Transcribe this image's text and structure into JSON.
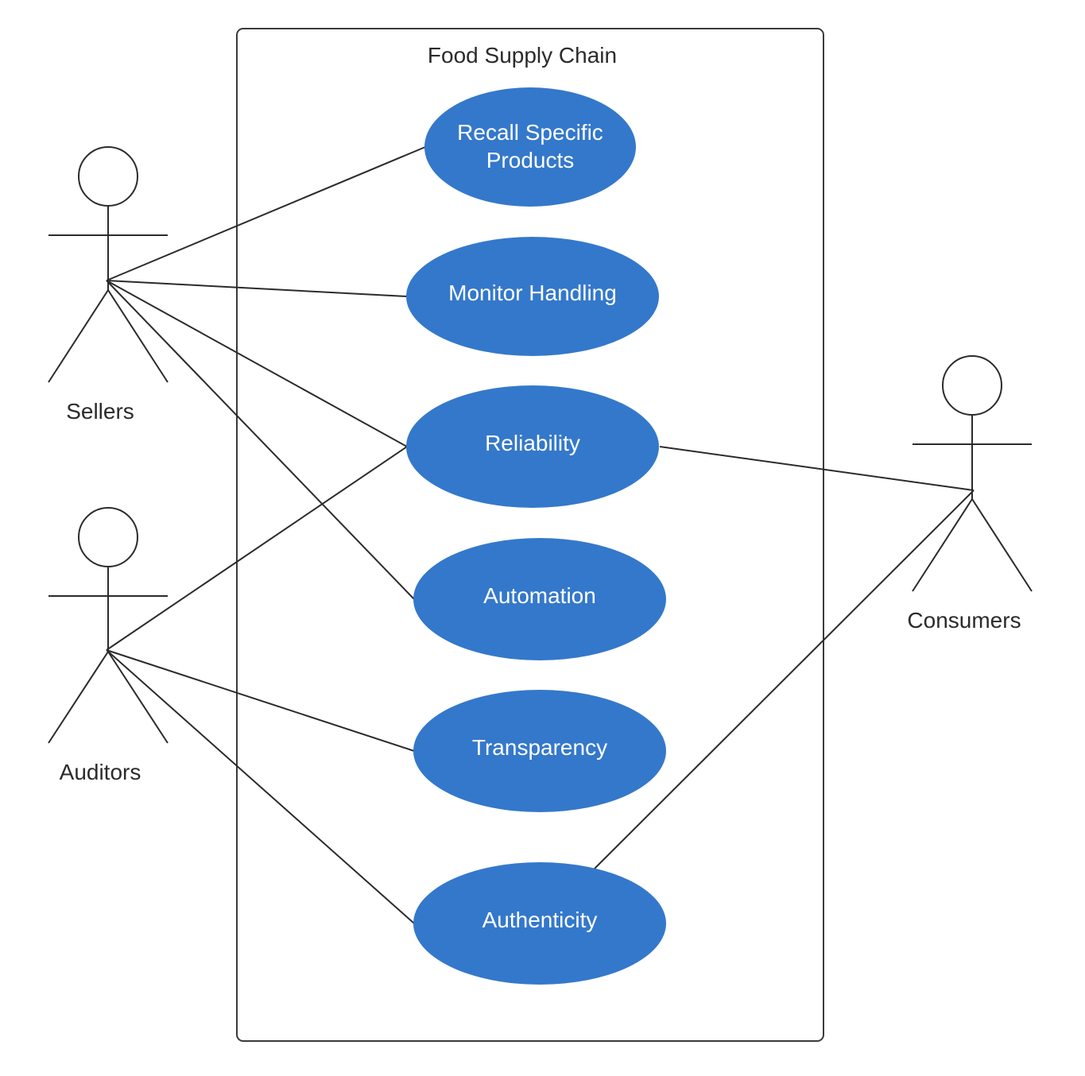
{
  "system": {
    "title": "Food Supply Chain"
  },
  "actors": {
    "sellers": {
      "label": "Sellers"
    },
    "auditors": {
      "label": "Auditors"
    },
    "consumers": {
      "label": "Consumers"
    }
  },
  "use_cases": {
    "recall": {
      "line1": "Recall Specific",
      "line2": "Products"
    },
    "monitor": {
      "label": "Monitor Handling"
    },
    "reliability": {
      "label": "Reliability"
    },
    "automation": {
      "label": "Automation"
    },
    "transparency": {
      "label": "Transparency"
    },
    "authenticity": {
      "label": "Authenticity"
    }
  },
  "associations": [
    {
      "actor": "Sellers",
      "use_case": "Recall Specific Products"
    },
    {
      "actor": "Sellers",
      "use_case": "Monitor Handling"
    },
    {
      "actor": "Sellers",
      "use_case": "Reliability"
    },
    {
      "actor": "Sellers",
      "use_case": "Automation"
    },
    {
      "actor": "Auditors",
      "use_case": "Reliability"
    },
    {
      "actor": "Auditors",
      "use_case": "Transparency"
    },
    {
      "actor": "Auditors",
      "use_case": "Authenticity"
    },
    {
      "actor": "Consumers",
      "use_case": "Reliability"
    },
    {
      "actor": "Consumers",
      "use_case": "Authenticity"
    }
  ],
  "colors": {
    "use_case_fill": "#3478cb",
    "use_case_text": "#ffffff",
    "line": "#2b2b2b"
  }
}
